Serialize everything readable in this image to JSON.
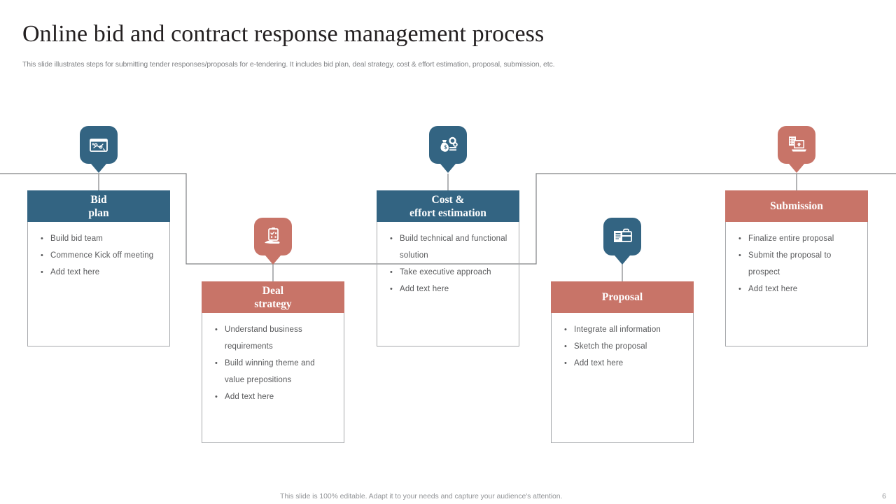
{
  "slide": {
    "title": "Online bid and contract response management process",
    "subtitle": "This slide illustrates steps for submitting tender responses/proposals for e-tendering. It includes bid plan, deal strategy, cost & effort estimation, proposal, submission, etc.",
    "footer_note": "This slide is 100% editable. Adapt it to your needs and capture your audience's attention.",
    "page_number": "6"
  },
  "colors": {
    "blue": "#336482",
    "salmon": "#c87468",
    "connector": "#808285",
    "card_border": "#a7a9ac",
    "body_text": "#58595b",
    "title_text": "#231f20",
    "muted_text": "#939598"
  },
  "steps": [
    {
      "id": "bid-plan",
      "theme": "blue",
      "icon": "strategy-board-icon",
      "title_lines": [
        "Bid",
        "plan"
      ],
      "bullets": [
        "Build bid team",
        "Commence  Kick off meeting",
        "Add text here"
      ]
    },
    {
      "id": "deal-strategy",
      "theme": "salmon",
      "icon": "clipboard-on-hand-icon",
      "title_lines": [
        "Deal",
        "strategy"
      ],
      "bullets": [
        "Understand  business requirements",
        "Build winning  theme and value  prepositions",
        "Add text here"
      ]
    },
    {
      "id": "cost-effort-estimation",
      "theme": "blue",
      "icon": "money-bag-gears-icon",
      "title_lines": [
        "Cost &",
        "effort estimation"
      ],
      "bullets": [
        "Build technical and functional  solution",
        "Take executive  approach",
        "Add text here"
      ]
    },
    {
      "id": "proposal",
      "theme": "salmon",
      "icon": "briefcase-document-icon",
      "title_lines": [
        "Proposal"
      ],
      "bullets": [
        "Integrate  all information",
        "Sketch the  proposal",
        "Add text here"
      ]
    },
    {
      "id": "submission",
      "theme": "salmon",
      "icon": "laptop-upload-icon",
      "title_lines": [
        "Submission"
      ],
      "bullets": [
        "Finalize entire proposal",
        "Submit the proposal to prospect",
        "Add text here"
      ]
    }
  ]
}
